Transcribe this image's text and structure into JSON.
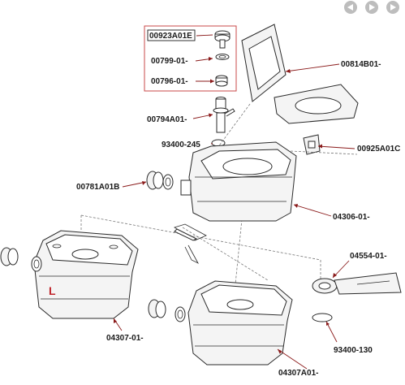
{
  "navigation": {
    "prev_icon": "arrow-left-icon",
    "play_icon": "play-icon",
    "next_icon": "arrow-right-icon"
  },
  "colors": {
    "leader_line": "#8a1a1a",
    "highlight_box": "#c84a4a",
    "marker_L": "#c0262c"
  },
  "parts": {
    "p00923A01E": "00923A01E",
    "p00799": "00799-01-",
    "p00796": "00796-01-",
    "p00794A01": "00794A01-",
    "p93400_245": "93400-245",
    "p00814B01": "00814B01-",
    "p00925A01C": "00925A01C",
    "p00781A01B": "00781A01B",
    "p04306": "04306-01-",
    "p04554": "04554-01-",
    "p04307": "04307-01-",
    "p04307A01": "04307A01-",
    "p93400_130": "93400-130"
  },
  "tank_marker": "L"
}
